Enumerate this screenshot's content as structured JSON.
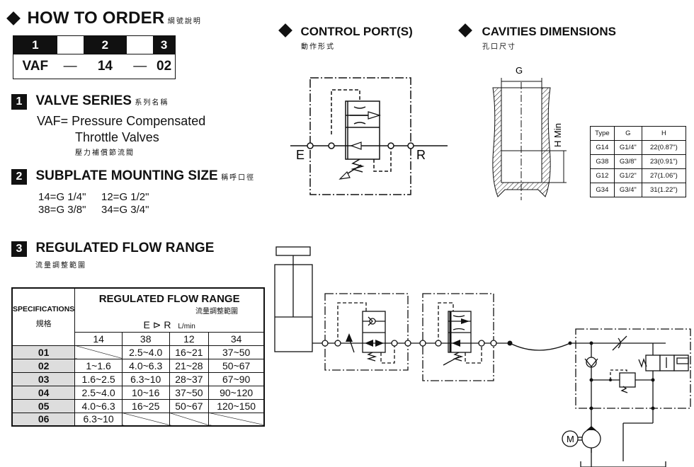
{
  "how_to_order": {
    "title": "HOW TO  ORDER",
    "title_cjk": "綱號說明",
    "code_positions": [
      "1",
      "2",
      "3"
    ],
    "code_example": {
      "series": "VAF",
      "size": "14",
      "flow": "02",
      "separator": "—"
    }
  },
  "valve_series": {
    "number": "1",
    "title": "VALVE SERIES",
    "title_cjk": "系列名稱",
    "line1": "VAF= Pressure Compensated",
    "line2": "Throttle Valves",
    "desc_cjk": "壓力補償節流閥"
  },
  "subplate_size": {
    "number": "2",
    "title": "SUBPLATE MOUNTING SIZE",
    "title_cjk": "稱呼口徑",
    "options": [
      "14=G 1/4\"",
      "12=G 1/2\"",
      "38=G 3/8\"",
      "34=G 3/4\""
    ]
  },
  "flow_range": {
    "number": "3",
    "title": "REGULATED FLOW RANGE",
    "title_cjk": "流量調整範圍",
    "table": {
      "spec_label": "SPECIFICATIONS",
      "spec_label_cjk": "規格",
      "header": "REGULATED FLOW RANGE",
      "header_cjk": "流量調整範圍",
      "direction": "E ⊳ R",
      "unit": "L/min",
      "columns": [
        "14",
        "38",
        "12",
        "34"
      ],
      "rows": [
        {
          "code": "01",
          "values": [
            "",
            "2.5~4.0",
            "16~21",
            "37~50"
          ]
        },
        {
          "code": "02",
          "values": [
            "1~1.6",
            "4.0~6.3",
            "21~28",
            "50~67"
          ]
        },
        {
          "code": "03",
          "values": [
            "1.6~2.5",
            "6.3~10",
            "28~37",
            "67~90"
          ]
        },
        {
          "code": "04",
          "values": [
            "2.5~4.0",
            "10~16",
            "37~50",
            "90~120"
          ]
        },
        {
          "code": "05",
          "values": [
            "4.0~6.3",
            "16~25",
            "50~67",
            "120~150"
          ]
        },
        {
          "code": "06",
          "values": [
            "6.3~10",
            "",
            "",
            ""
          ]
        }
      ]
    }
  },
  "control_port": {
    "title": "CONTROL PORT(S)",
    "title_cjk": "動作形式",
    "port_left": "E",
    "port_right": "R"
  },
  "cavities": {
    "title": "CAVITIES DIMENSIONS",
    "title_cjk": "孔口尺寸",
    "dim_g": "G",
    "dim_h": "H Min",
    "table": {
      "columns": [
        "Type",
        "G",
        "H"
      ],
      "rows": [
        [
          "G14",
          "G1/4\"",
          "22(0.87\")"
        ],
        [
          "G38",
          "G3/8\"",
          "23(0.91\")"
        ],
        [
          "G12",
          "G1/2\"",
          "27(1.06\")"
        ],
        [
          "G34",
          "G3/4\"",
          "31(1.22\")"
        ]
      ]
    }
  },
  "circuit": {
    "motor_label": "M"
  }
}
